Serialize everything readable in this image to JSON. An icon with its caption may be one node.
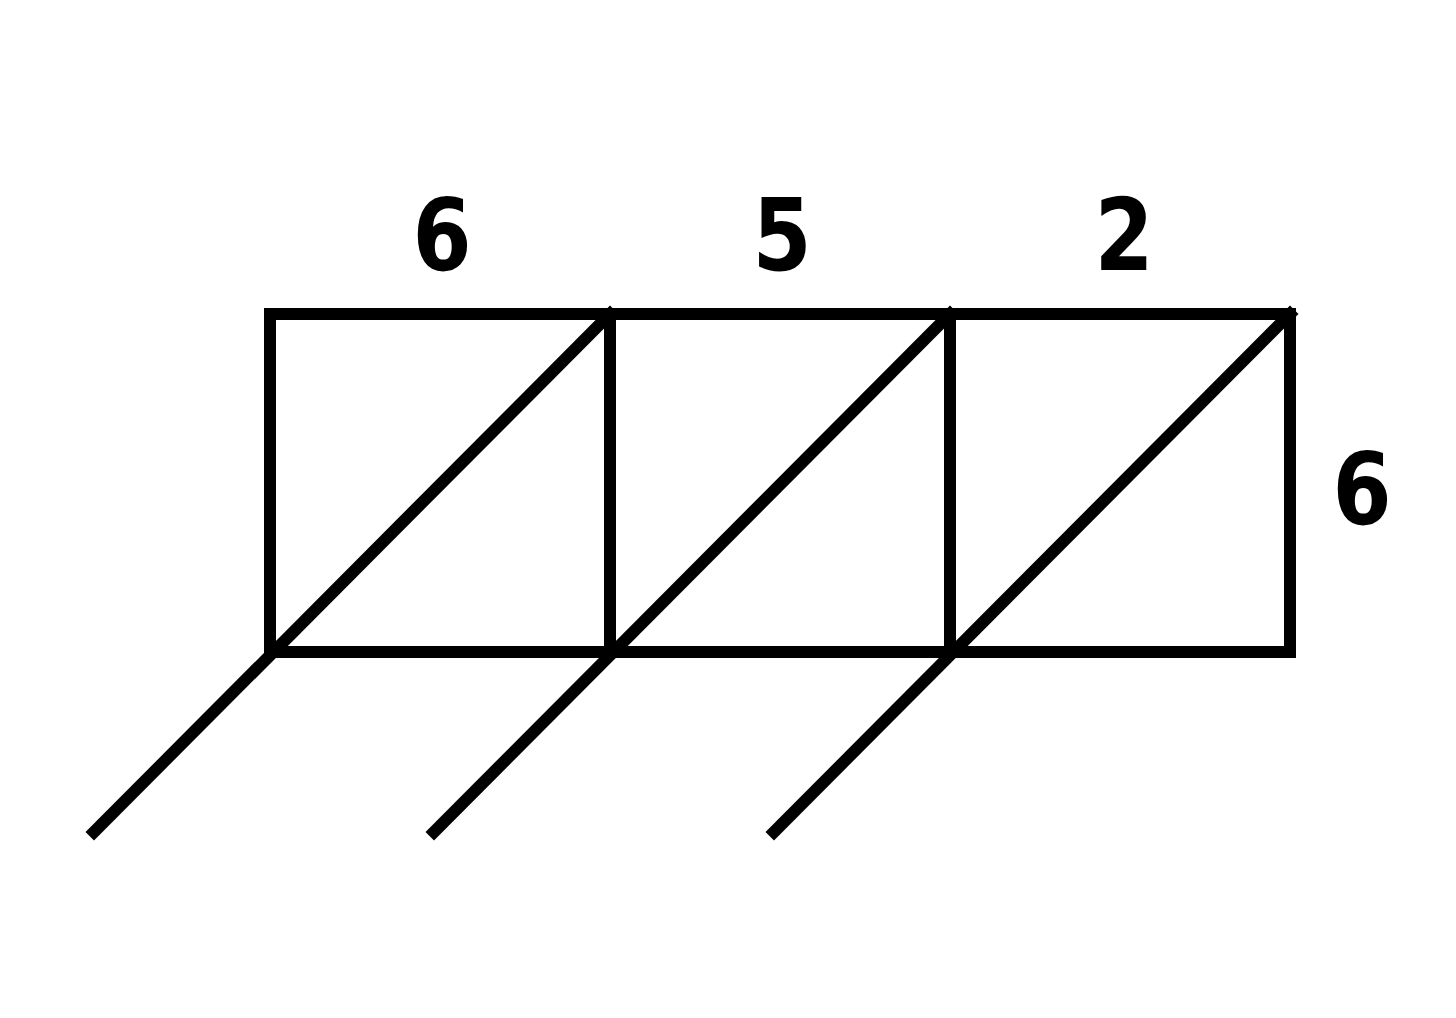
{
  "diagram": {
    "labels": [
      "6",
      "5",
      "2",
      "6"
    ]
  }
}
